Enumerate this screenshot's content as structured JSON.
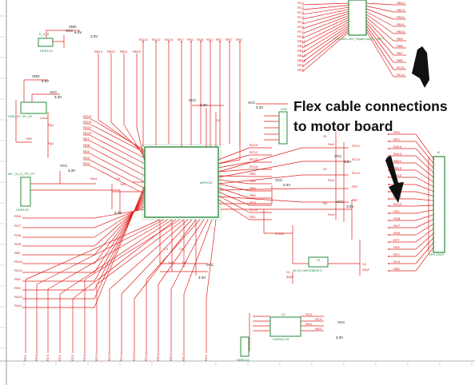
{
  "callout": {
    "line1": "Flex cable connections",
    "line2": "to motor board"
  },
  "colors": {
    "wire": "#e0201e",
    "component": "#2a8a3c",
    "text": "#111111",
    "frame": "#999999"
  },
  "labels": {
    "mcu": "dsPIC33",
    "conn_top": "FX1-60S-1SV_Smart pin(r) = 0M*T",
    "conn_right": "J4",
    "conn_right_bottom": "SFH-1X20",
    "hdr_topleft": "HDR1X3",
    "hdr_topleft_name": "K_3_G",
    "hdr_left1": "GND_B7_5V_3V",
    "hdr_left2": "MC_Vc_G_PD_PC",
    "hdr_left2_bottom": "HDR1X5",
    "hdr_bottom": "HDR1X4",
    "regulator": "U7",
    "regulator_bottom": "LM2940-33",
    "crystal": "X1",
    "crystal_bottom": "16 HC-49S/SMD/6.0",
    "vdd": "VDD",
    "vcc": "VCC",
    "v33": "3.3V",
    "v60": "6.0V",
    "rosc": "ROSC",
    "c2": "C2",
    "c1": "C1",
    "c3": "C3",
    "c4": "C4",
    "c5": "C5",
    "c6": "C6",
    "c_val": "30pF",
    "c_uf": "1uF",
    "rp1": "Rp1",
    "rp2": "Rp2",
    "re1": "RE1",
    "r1": "Rm1",
    "r2": "Rm2",
    "r3": "Rm3",
    "r4": "Rm4",
    "s1": "S1",
    "s2": "S2",
    "s3": "S3",
    "led": "LED"
  },
  "nets_top": [
    "RG13",
    "RG12",
    "RG14",
    "RF7",
    "RF6",
    "RG8",
    "RG1",
    "RF1",
    "RF0",
    "RF8"
  ],
  "nets_top2": [
    "RB13",
    "RB12",
    "RB11",
    "RB10"
  ],
  "nets_bottom": [
    "RF4",
    "RF10",
    "RC0",
    "RC1",
    "RC2",
    "RC11",
    "RC12",
    "RC13",
    "RC14",
    "RC15",
    "RC14",
    "RE15",
    "RE12",
    "RE13",
    "RA4"
  ],
  "nets_left": [
    "RG14",
    "RG13",
    "RD12",
    "RD13",
    "RE1",
    "RD8",
    "RD2",
    "RD3",
    "RD1"
  ],
  "nets_left_lower": [
    "RD8",
    "RG7",
    "RG6",
    "RG9",
    "RB1",
    "RD10",
    "RD11",
    "RE8",
    "RE9",
    "RA10",
    "RA11"
  ],
  "nets_right_conn": [
    "RF6",
    "RF5",
    "RA14",
    "RA13",
    "RB14",
    "RB15",
    "RB13",
    "RB12",
    "RC11",
    "RA12",
    "RC10",
    "RE1",
    "RG8",
    "RG7",
    "RG6",
    "RF7",
    "RF8",
    "RF2",
    "RC3",
    "RB5"
  ],
  "nets_top_conn": [
    "RC1",
    "RC2",
    "RC3",
    "RC4",
    "RC5",
    "RC6",
    "RC7",
    "RC8",
    "RB11",
    "RB12",
    "RB13",
    "RB14",
    "RB15",
    "RE8",
    "RE9"
  ],
  "nets_top_conn_right": [
    "RB14",
    "RB13",
    "RB12",
    "RB11",
    "RB10",
    "RB9",
    "RB8",
    "RB7",
    "RB6",
    "RC11",
    "RC12"
  ],
  "nets_mid": [
    "RC15",
    "RC12",
    "RC13",
    "RC14",
    "RB2",
    "RB3",
    "RB4",
    "RB5",
    "RC9",
    "RC10",
    "RE1"
  ],
  "nets_switch": [
    "RC11",
    "RC10",
    "RC12",
    "RD7",
    "RB7"
  ],
  "nets_reg": [
    "RC0",
    "RC9",
    "RA4",
    "RA3"
  ]
}
